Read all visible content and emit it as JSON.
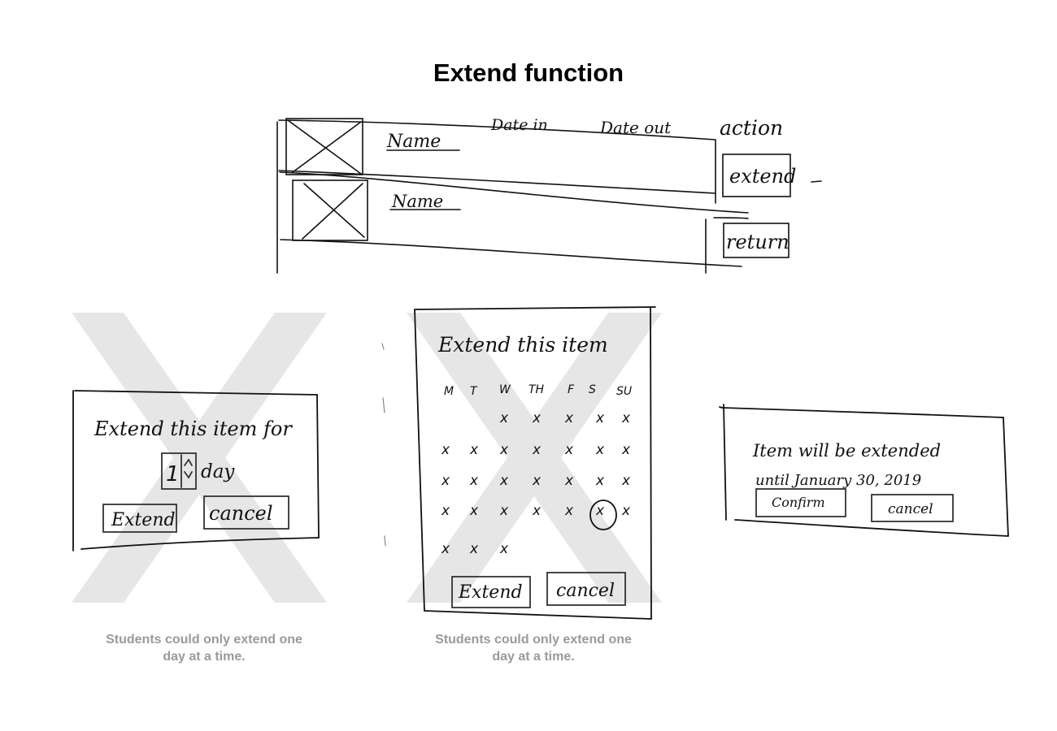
{
  "title": "Extend function",
  "table_sketch": {
    "headers": [
      "Date in",
      "Date out",
      "action"
    ],
    "rows": [
      {
        "name": "Name",
        "action": "extend"
      },
      {
        "name": "Name",
        "action": "return"
      }
    ]
  },
  "dialog_days": {
    "prompt": "Extend this item for",
    "value": "1",
    "unit": "day",
    "extend_label": "Extend",
    "cancel_label": "cancel",
    "rejected": true,
    "caption": "Students could only extend one day at a time."
  },
  "dialog_calendar": {
    "prompt": "Extend this item",
    "weekdays": [
      "M",
      "T",
      "W",
      "TH",
      "F",
      "S",
      "SU"
    ],
    "day_rows": [
      [
        "",
        "",
        "x",
        "x",
        "x",
        "x",
        "x"
      ],
      [
        "x",
        "x",
        "x",
        "x",
        "x",
        "x",
        "x"
      ],
      [
        "x",
        "x",
        "x",
        "x",
        "x",
        "x",
        "x"
      ],
      [
        "x",
        "x",
        "x",
        "x",
        "x",
        "x",
        "x"
      ],
      [
        "x",
        "x",
        "x",
        "",
        "",
        "",
        ""
      ]
    ],
    "selected_cell": {
      "row": 3,
      "col": 5
    },
    "extend_label": "Extend",
    "cancel_label": "cancel",
    "rejected": true,
    "caption": "Students could only extend one day at a time."
  },
  "dialog_confirm": {
    "line1": "Item will be extended",
    "line2": "until January 30, 2019",
    "confirm_label": "Confirm",
    "cancel_label": "cancel"
  },
  "colors": {
    "reject_mark": "#e6e6e6",
    "caption": "#9a9a9a",
    "ink": "#111111"
  }
}
